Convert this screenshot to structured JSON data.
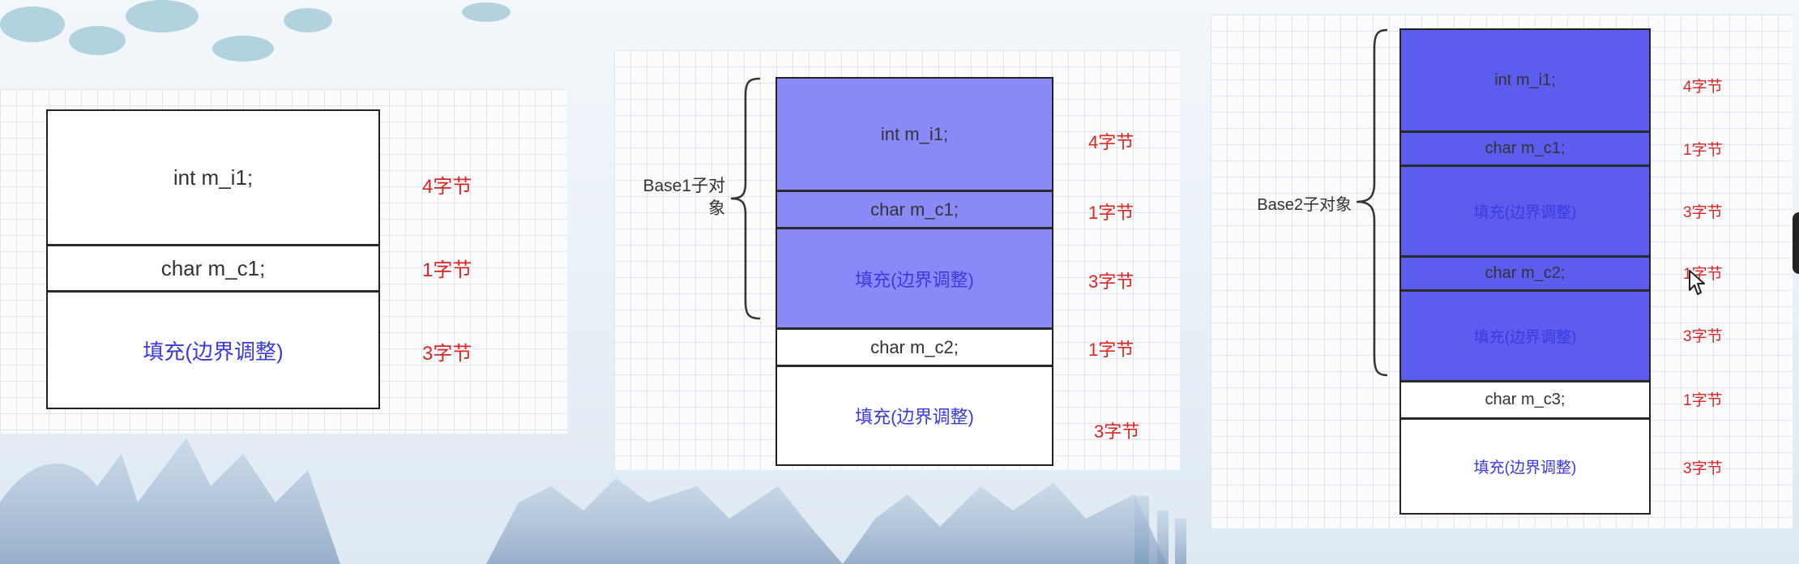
{
  "colors": {
    "light_purple": "#8a89f7",
    "dark_purple": "#5c5cee",
    "pad_text": "#3a3adf",
    "size_text": "#e02424"
  },
  "diagram1": {
    "rows": [
      {
        "text": "int m_i1;",
        "size": "4字节"
      },
      {
        "text": "char m_c1;",
        "size": "1字节"
      },
      {
        "text": "填充(边界调整)",
        "size": "3字节"
      }
    ]
  },
  "diagram2": {
    "group_label": "Base1子对象",
    "rows": [
      {
        "text": "int m_i1;",
        "size": "4字节"
      },
      {
        "text": "char m_c1;",
        "size": "1字节"
      },
      {
        "text": "填充(边界调整)",
        "size": "3字节"
      },
      {
        "text": "char m_c2;",
        "size": "1字节"
      },
      {
        "text": "填充(边界调整)",
        "size": "3字节"
      }
    ]
  },
  "diagram3": {
    "group_label": "Base2子对象",
    "rows": [
      {
        "text": "int m_i1;",
        "size": "4字节"
      },
      {
        "text": "char m_c1;",
        "size": "1字节"
      },
      {
        "text": "填充(边界调整)",
        "size": "3字节"
      },
      {
        "text": "char m_c2;",
        "size": "1字节"
      },
      {
        "text": "填充(边界调整)",
        "size": "3字节"
      },
      {
        "text": "char m_c3;",
        "size": "1字节"
      },
      {
        "text": "填充(边界调整)",
        "size": "3字节"
      }
    ]
  },
  "icons": [
    "mouse-cursor-icon"
  ]
}
